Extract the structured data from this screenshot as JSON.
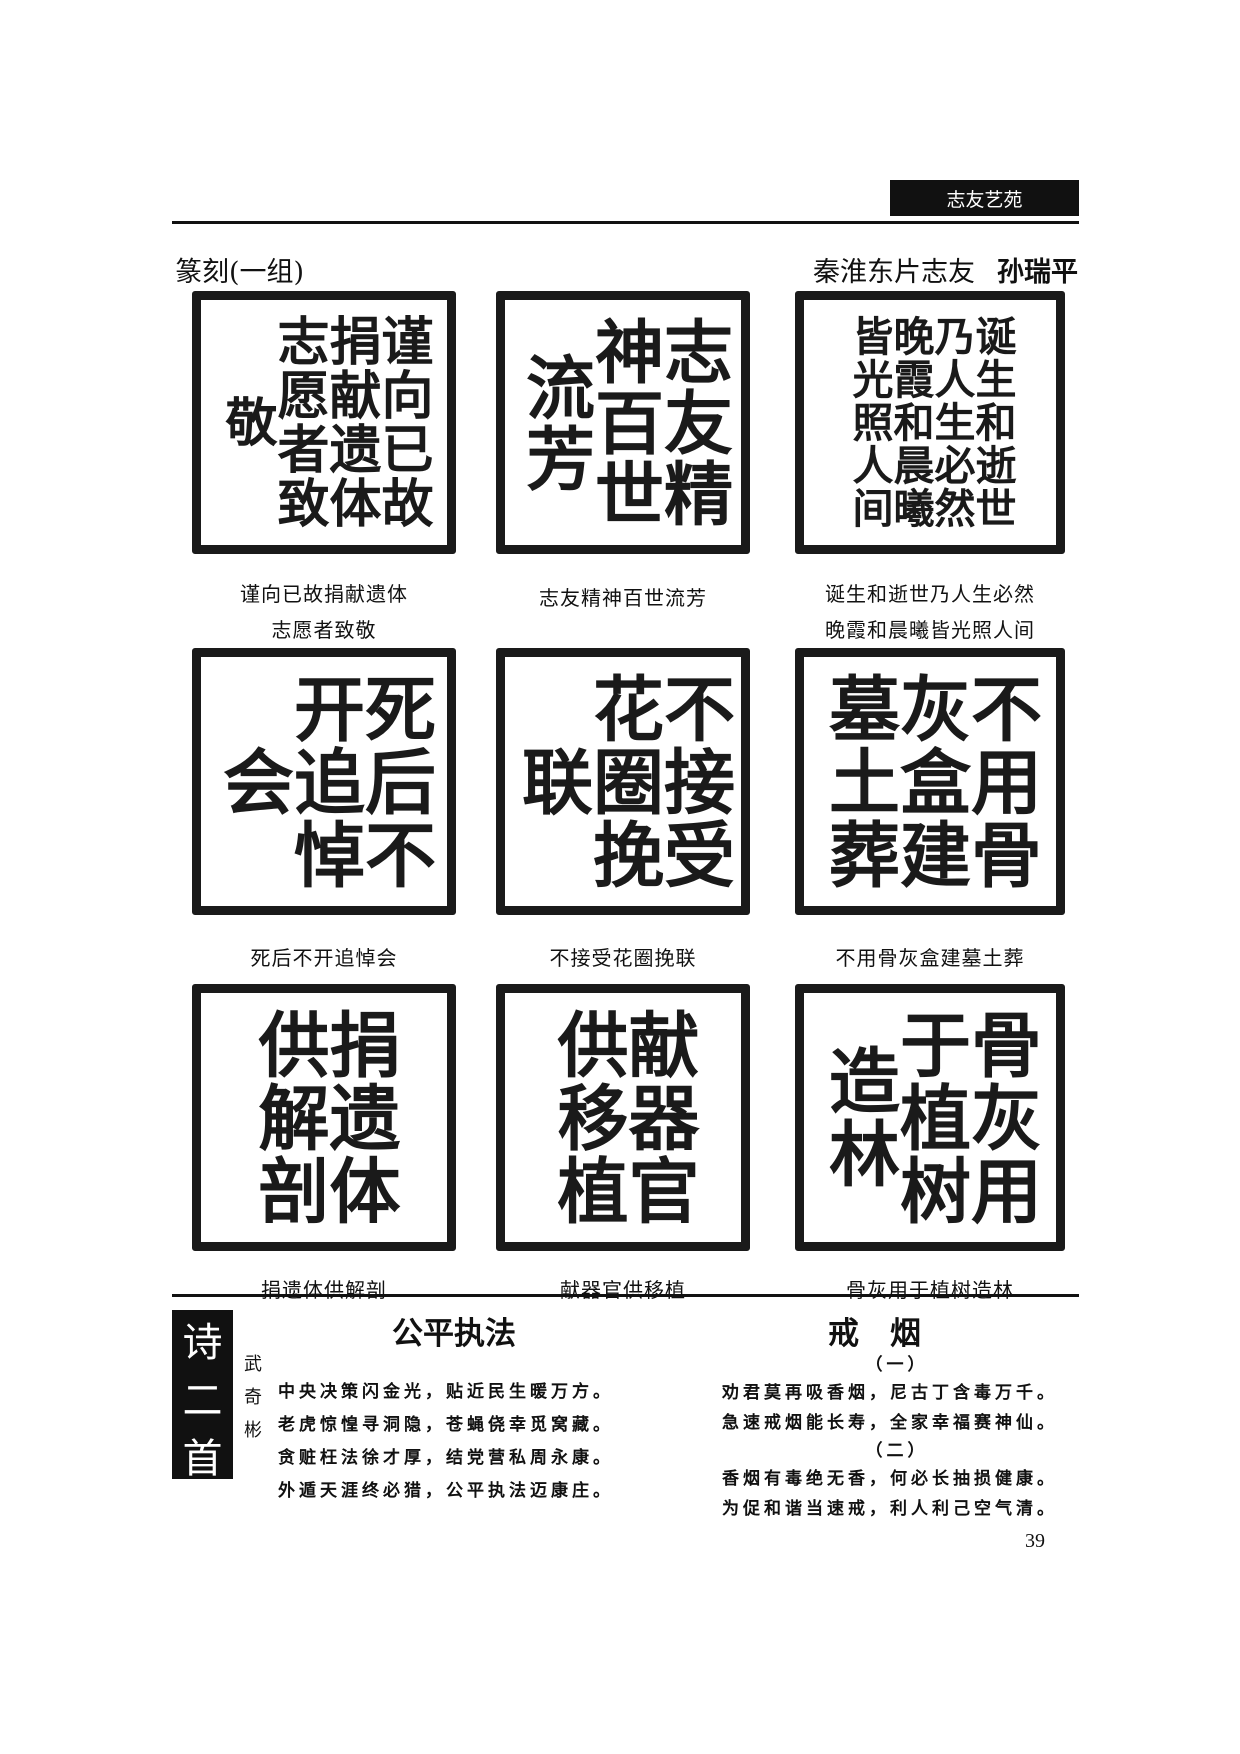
{
  "header": {
    "section": "志友艺苑"
  },
  "article": {
    "title": "篆刻(一组)",
    "affiliation": "秦淮东片志友",
    "author": "孙瑞平"
  },
  "seals": [
    {
      "caption_lines": [
        "谨向已故捐献遗体",
        "志愿者致敬"
      ],
      "seal_text": "谨向已故捐献遗体志愿者致敬"
    },
    {
      "caption_lines": [
        "志友精神百世流芳"
      ],
      "seal_text": "志友精神百世流芳"
    },
    {
      "caption_lines": [
        "诞生和逝世乃人生必然",
        "晚霞和晨曦皆光照人间"
      ],
      "seal_text": "诞生和逝世乃人生必然晚霞和晨曦皆光照人间"
    },
    {
      "caption_lines": [
        "死后不开追悼会"
      ],
      "seal_text": "死后不开追悼会"
    },
    {
      "caption_lines": [
        "不接受花圈挽联"
      ],
      "seal_text": "不接受花圈挽联"
    },
    {
      "caption_lines": [
        "不用骨灰盒建墓土葬"
      ],
      "seal_text": "不用骨灰盒建墓土葬"
    },
    {
      "caption_lines": [
        "捐遗体供解剖"
      ],
      "seal_text": "捐遗体供解剖"
    },
    {
      "caption_lines": [
        "献器官供移植"
      ],
      "seal_text": "献器官供移植"
    },
    {
      "caption_lines": [
        "骨灰用于植树造林"
      ],
      "seal_text": "骨灰用于植树造林"
    }
  ],
  "poems_section": {
    "tag": [
      "诗",
      "二",
      "首"
    ],
    "poet": [
      "武",
      "奇",
      "彬"
    ],
    "poem1": {
      "title": "公平执法",
      "lines": [
        "中央决策闪金光，贴近民生暖万方。",
        "老虎惊惶寻洞隐，苍蝇侥幸觅窝藏。",
        "贪赃枉法徐才厚，结党营私周永康。",
        "外遁天涯终必猎，公平执法迈康庄。"
      ]
    },
    "poem2": {
      "title": "戒　烟",
      "parts": [
        {
          "label": "（一）",
          "lines": [
            "劝君莫再吸香烟，尼古丁含毒万千。",
            "急速戒烟能长寿，全家幸福赛神仙。"
          ]
        },
        {
          "label": "（二）",
          "lines": [
            "香烟有毒绝无香，何必长抽损健康。",
            "为促和谐当速戒，利人利己空气清。"
          ]
        }
      ]
    }
  },
  "footer": {
    "page_number": "39"
  }
}
